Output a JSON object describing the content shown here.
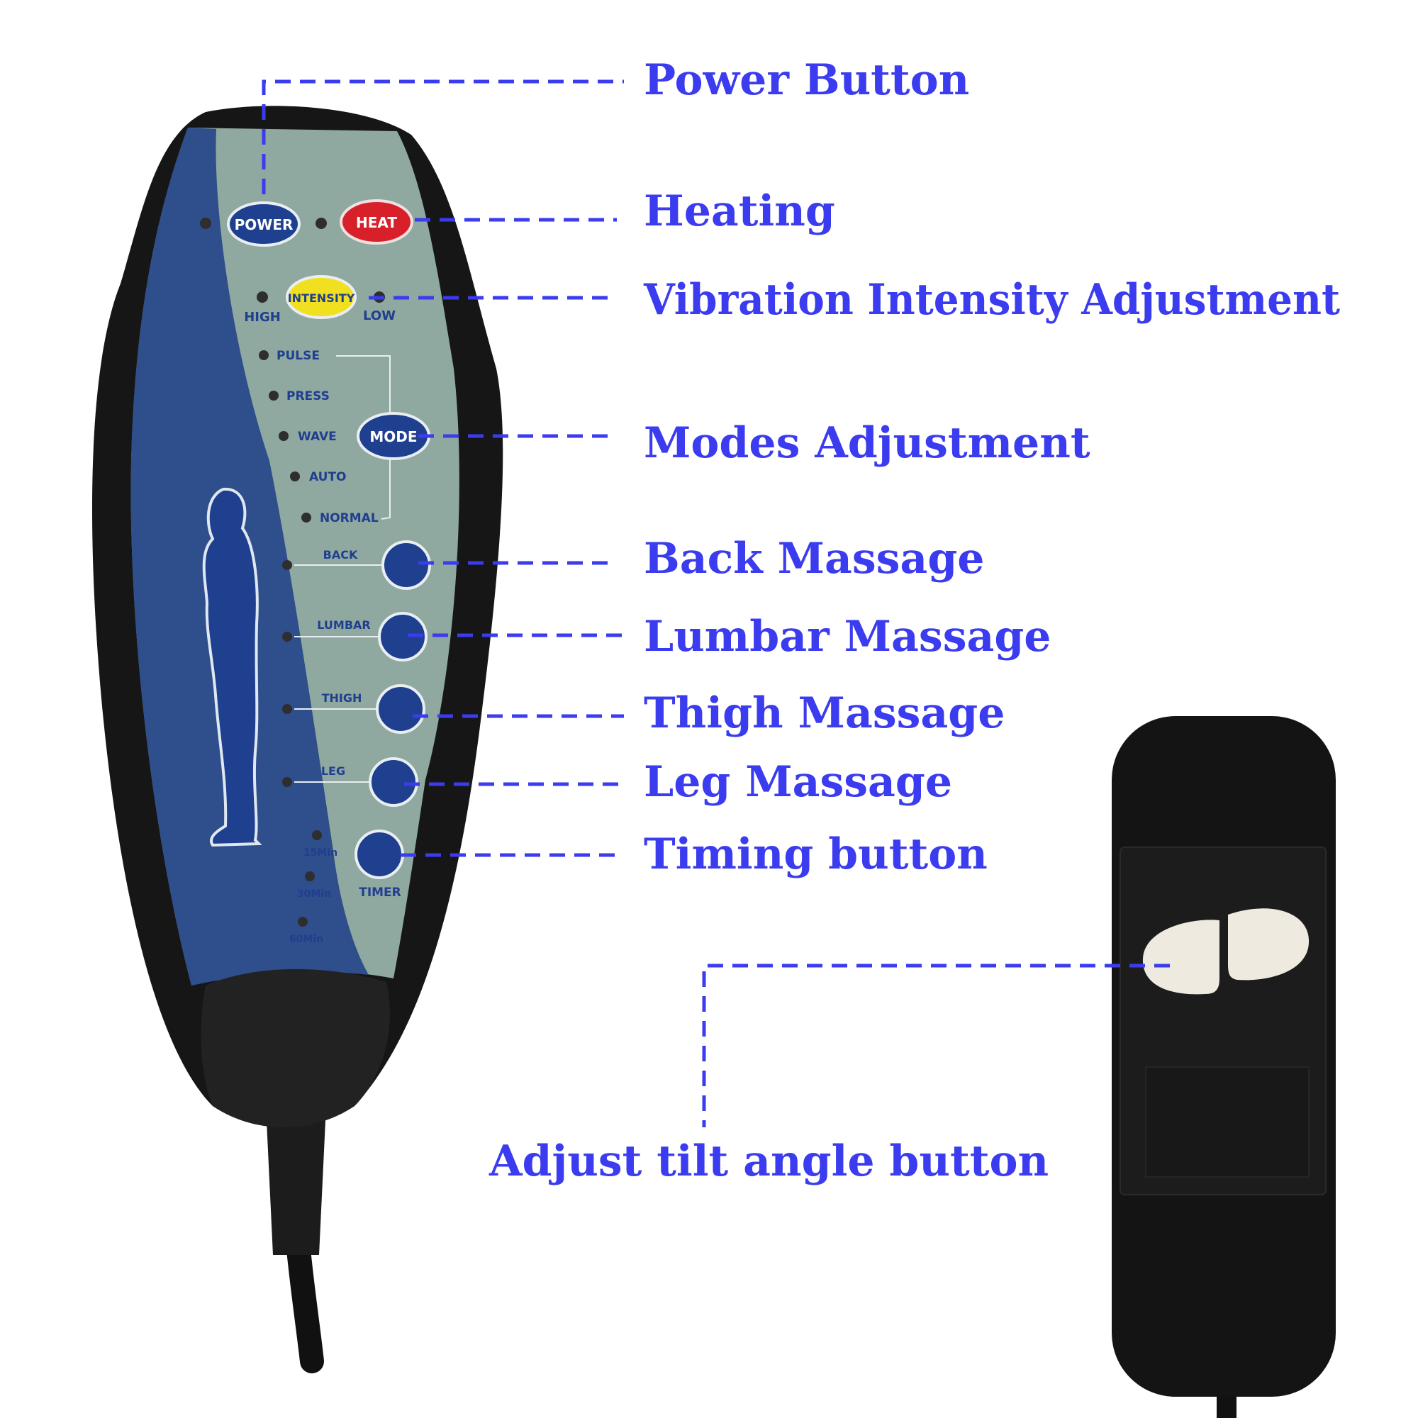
{
  "colors": {
    "callout": "#3b3bef",
    "remote_body": "#1a1a1a",
    "panel_green": "#8fa8a0",
    "panel_blue": "#2e4e8c",
    "button_blue": "#1f3f8f",
    "heat_red": "#d8202a",
    "intensity_yellow": "#f0e020",
    "tilt_button": "#eeeae0"
  },
  "callouts": {
    "power": "Power Button",
    "heating": "Heating",
    "intensity": "Vibration Intensity Adjustment",
    "modes": "Modes Adjustment",
    "back": "Back Massage",
    "lumbar": "Lumbar Massage",
    "thigh": "Thigh Massage",
    "leg": "Leg Massage",
    "timing": "Timing button",
    "tilt": "Adjust tilt angle button"
  },
  "remote": {
    "power_label": "POWER",
    "heat_label": "HEAT",
    "intensity_label": "INTENSITY",
    "high_label": "HIGH",
    "low_label": "LOW",
    "mode_label": "MODE",
    "modes": [
      "PULSE",
      "PRESS",
      "WAVE",
      "AUTO",
      "NORMAL"
    ],
    "zones": [
      "BACK",
      "LUMBAR",
      "THIGH",
      "LEG"
    ],
    "timer_label": "TIMER",
    "timer_options": [
      "15Min",
      "30Min",
      "60Min"
    ]
  }
}
